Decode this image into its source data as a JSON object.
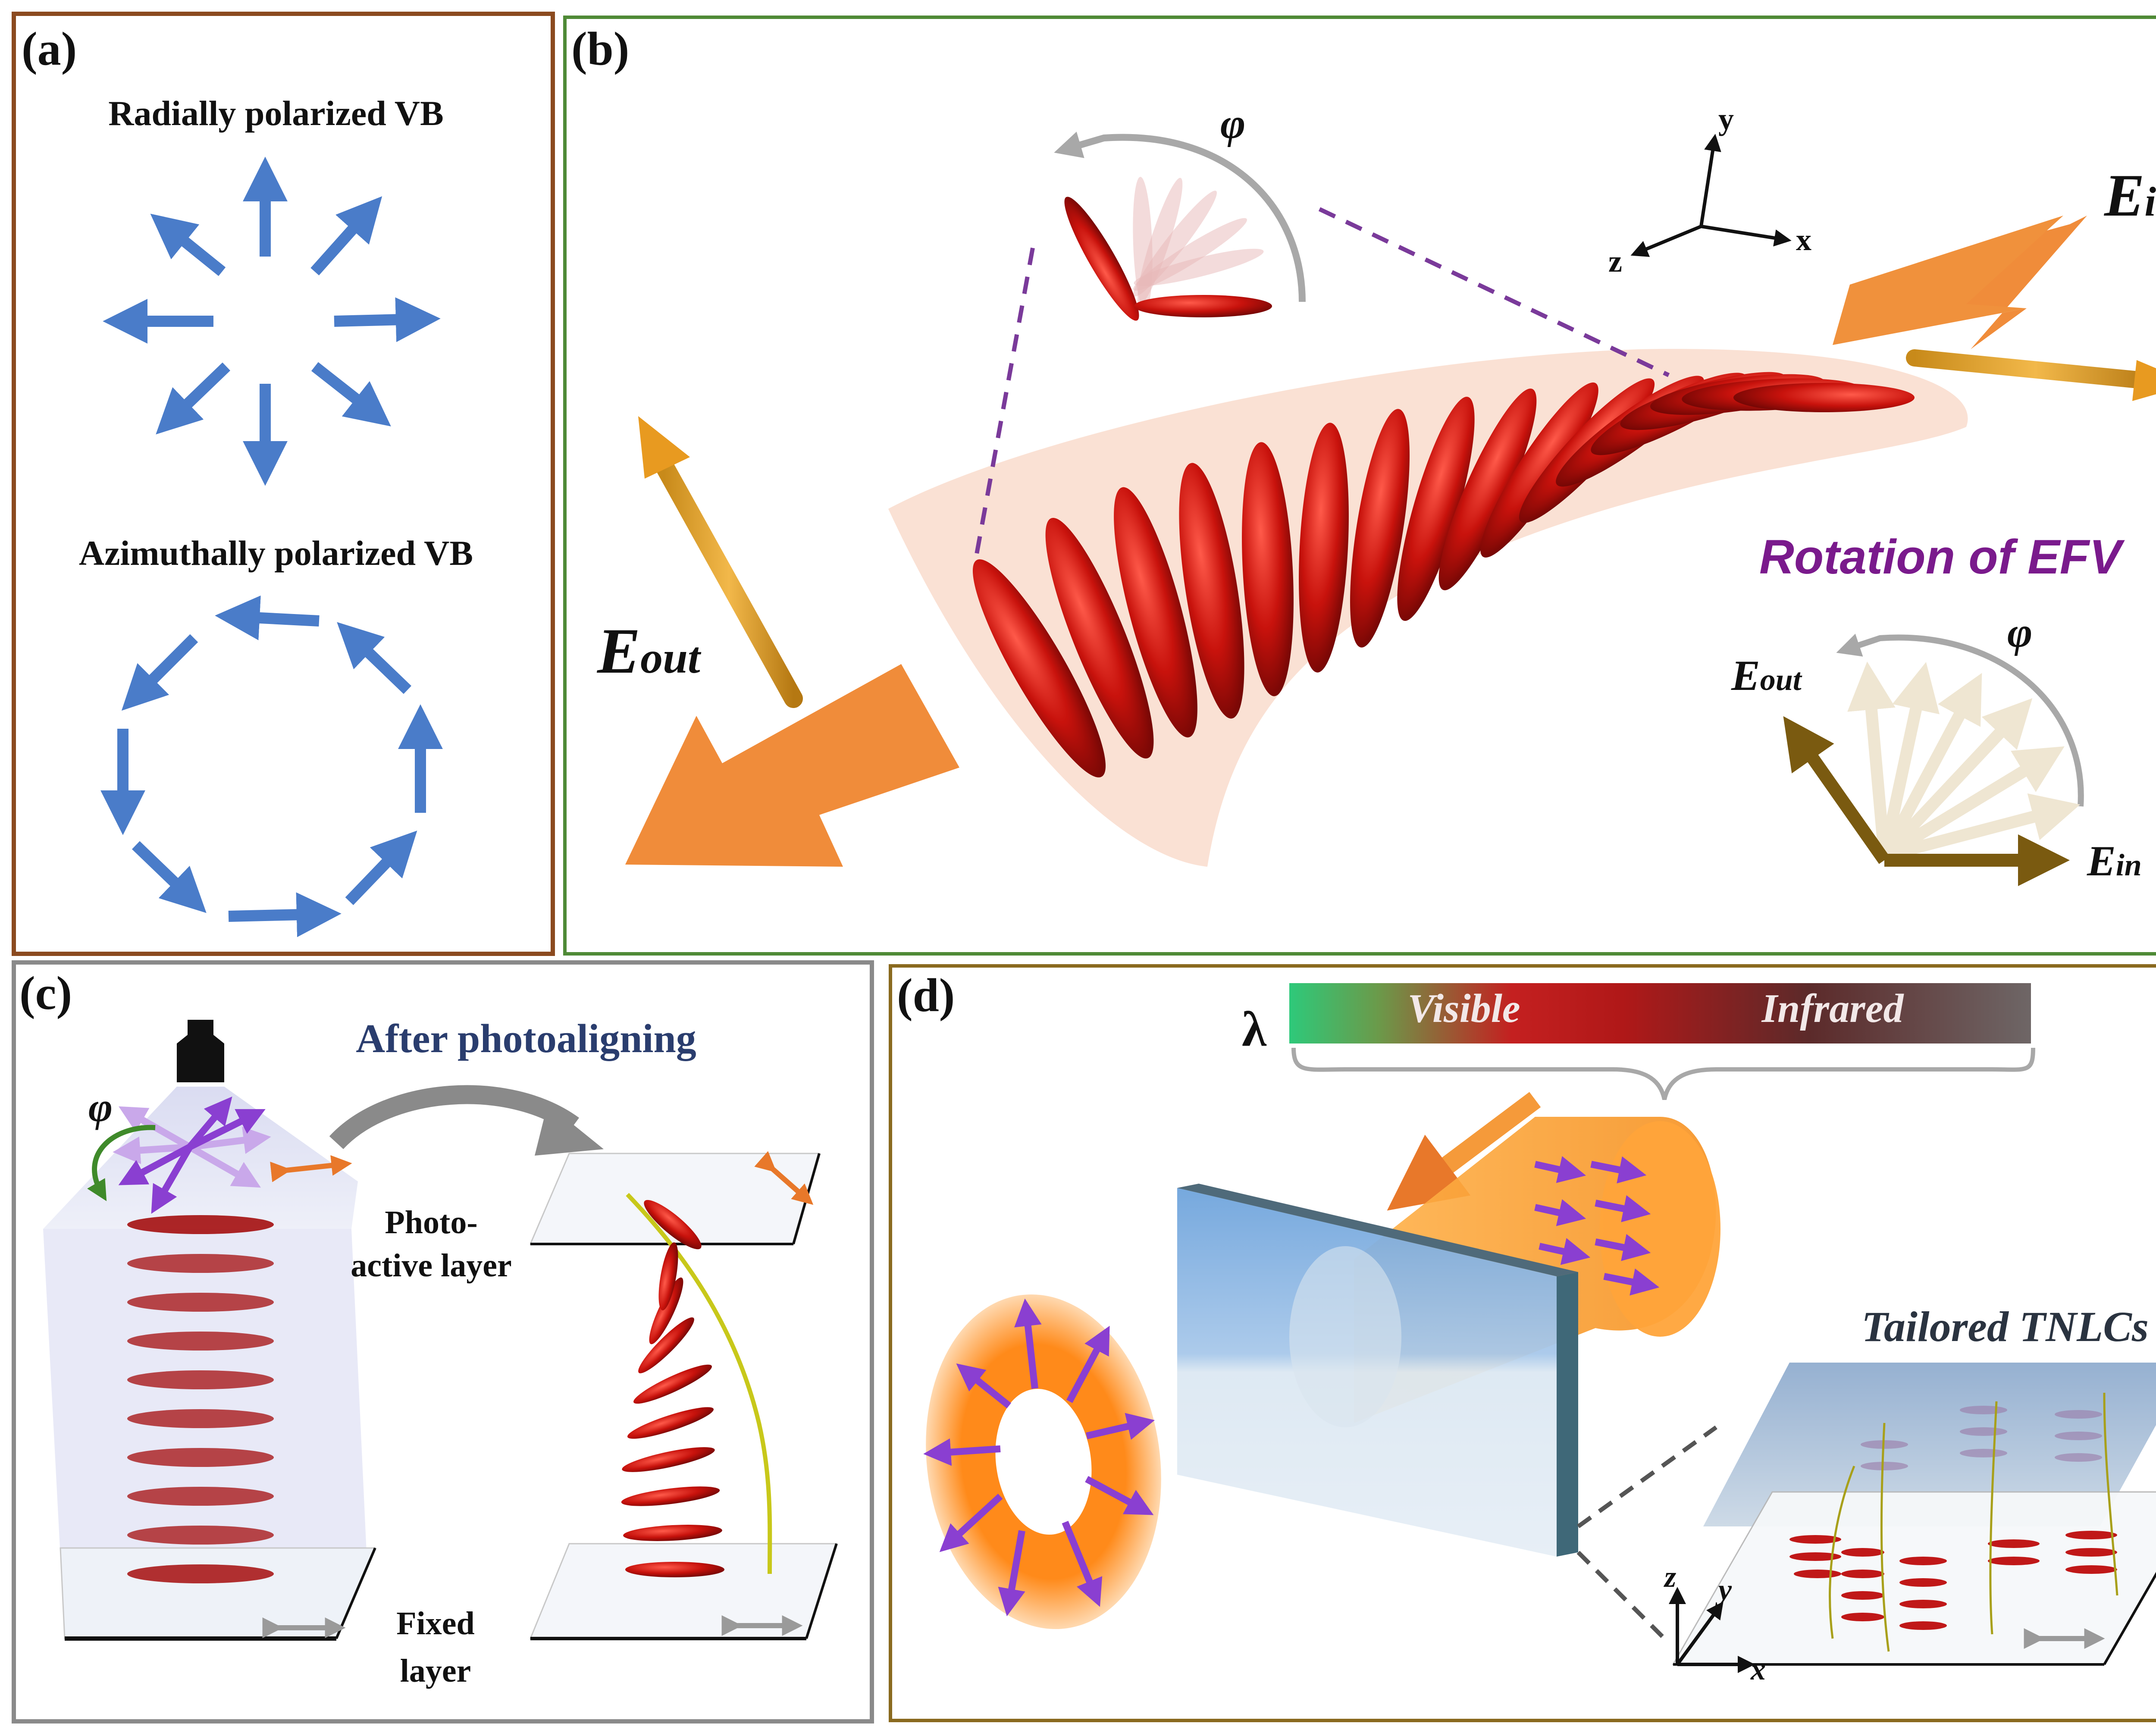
{
  "panel_a": {
    "label": "(a)",
    "radial_title": "Radially polarized VB",
    "azimuthal_title": "Azimuthally polarized VB",
    "arrow_color": "#4a7cc9",
    "frame_color": "#8b4a1f"
  },
  "panel_b": {
    "label": "(b)",
    "phi": "φ",
    "e_in": {
      "main": "E",
      "sub": "in"
    },
    "e_out": {
      "main": "E",
      "sub": "out"
    },
    "rotation_text": "Rotation of EFV",
    "rotation_color": "#7a1a8c",
    "axes": {
      "x": "x",
      "y": "y",
      "z": "z"
    },
    "inset_e_out": {
      "main": "E",
      "sub": "out"
    },
    "inset_e_in": {
      "main": "E",
      "sub": "in"
    },
    "inset_phi": "φ",
    "frame_color": "#4f8a36"
  },
  "panel_c": {
    "label": "(c)",
    "after_text": "After photoaligning",
    "phi": "φ",
    "photo_line1": "Photo-",
    "photo_line2": "active layer",
    "fixed_line1": "Fixed",
    "fixed_line2": "layer",
    "frame_color": "#8a8a8a"
  },
  "panel_d": {
    "label": "(d)",
    "lambda": "λ",
    "visible": "Visible",
    "infrared": "Infrared",
    "tailored": "Tailored TNLCs",
    "axes": {
      "x": "x",
      "y": "y",
      "z": "z"
    },
    "frame_color": "#8a6a1f"
  }
}
